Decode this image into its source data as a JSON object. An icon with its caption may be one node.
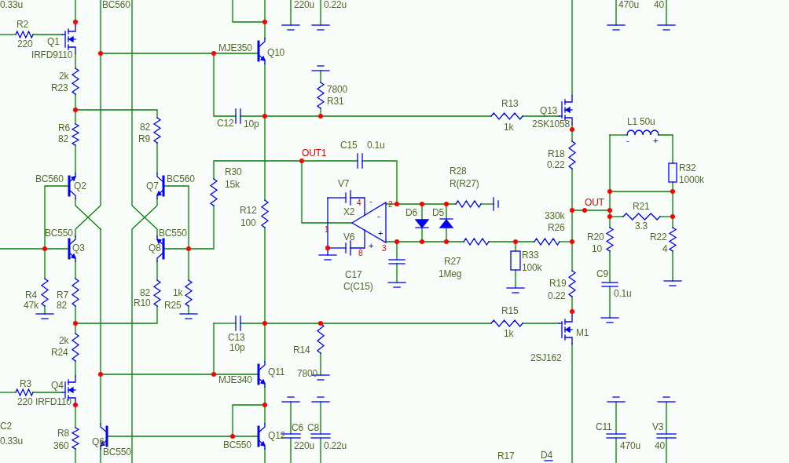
{
  "diagram": {
    "labels": [
      "0.33u",
      "BC560",
      "220u",
      "0.22u",
      "470u",
      "40",
      "R2",
      "220",
      "Q1",
      "IRFD9110",
      "MJE350",
      "Q10",
      "2k",
      "R23",
      "7800",
      "R31",
      "R13",
      "Q13",
      "C12",
      "10p",
      "1k",
      "2SK1058",
      "L1 50u",
      "R6",
      "82",
      "82",
      "R9",
      "-",
      "+",
      "C15",
      "0.1u",
      "OUT1",
      "R18",
      "0.22",
      "R32",
      "BC560",
      "Q2",
      "Q7",
      "BC560",
      "R30",
      "15k",
      "V7",
      "R28",
      "R(R27)",
      "1000k",
      "4",
      "-",
      "OUT",
      "R21",
      "R12",
      "X2",
      "-",
      "2",
      "D6",
      "D5",
      "330k",
      "100",
      "1",
      "R26",
      "3.3",
      "BC550",
      "BC550",
      "V6",
      "+",
      "R20",
      "R22",
      "Q3",
      "Q8",
      "8",
      "+",
      "3",
      "10",
      "4",
      "R27",
      "R33",
      "100k",
      "C17",
      "1Meg",
      "C9",
      "C(C15)",
      "R19",
      "R4",
      "R7",
      "82",
      "1k",
      "0.22",
      "0.1u",
      "47k",
      "82",
      "R10",
      "R25",
      "R15",
      "1k",
      "M1",
      "2k",
      "C13",
      "R24",
      "10p",
      "R14",
      "2SJ162",
      "Q11",
      "7800",
      "MJE340",
      "R3",
      "Q4",
      "220",
      "IRFD110",
      "C2",
      "C6",
      "C8",
      "C11",
      "V3",
      "R8",
      "Q12",
      "0.33u",
      "360",
      "Q6",
      "BC550",
      "220u",
      "0.22u",
      "470u",
      "40",
      "BC550",
      "R17",
      "D4"
    ]
  }
}
